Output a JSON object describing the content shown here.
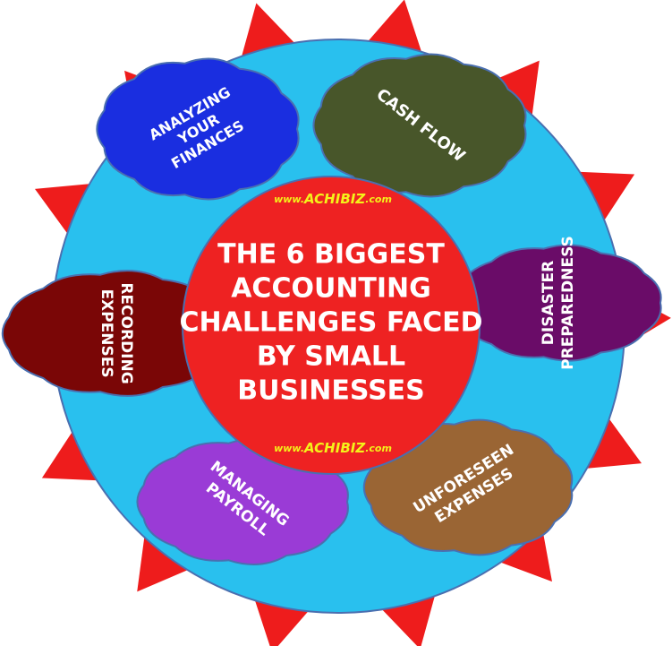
{
  "center": {
    "title_lines": [
      "THE 6 BIGGEST",
      "ACCOUNTING",
      "CHALLENGES FACED",
      "BY SMALL",
      "BUSINESSES"
    ]
  },
  "watermark_top": {
    "prefix": "www.",
    "brand": "ACHIBIZ",
    "suffix": ".com"
  },
  "watermark_bottom": {
    "prefix": "www.",
    "brand": "ACHIBIZ",
    "suffix": ".com"
  },
  "challenges": [
    {
      "id": "cash-flow",
      "lines": [
        "CASH FLOW"
      ],
      "color": "#48562a"
    },
    {
      "id": "disaster-preparedness",
      "lines": [
        "DISASTER",
        "PREPAREDNESS"
      ],
      "color": "#6a0c68"
    },
    {
      "id": "unforeseen-expenses",
      "lines": [
        "UNFORESEEN",
        "EXPENSES"
      ],
      "color": "#9a6534"
    },
    {
      "id": "managing-payroll",
      "lines": [
        "MANAGING",
        "PAYROLL"
      ],
      "color": "#9a3bd6"
    },
    {
      "id": "recording-expenses",
      "lines": [
        "RECORDING",
        "EXPENSES"
      ],
      "color": "#7a0606"
    },
    {
      "id": "analyzing-your-finances",
      "lines": [
        "ANALYZING",
        "YOUR",
        "FINANCES"
      ],
      "color": "#1a2ee0"
    }
  ],
  "colors": {
    "spikes": "#ee1c1c",
    "outer_circle": "#29c0ee",
    "inner_circle": "#ee2222",
    "label_text": "#ffffff",
    "watermark": "#f4f21a"
  }
}
